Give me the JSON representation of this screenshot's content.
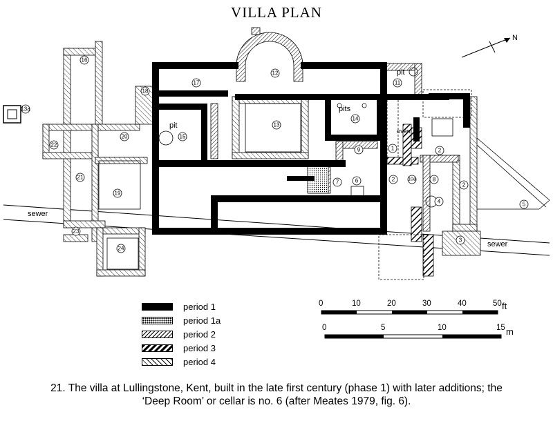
{
  "title": "VILLA PLAN",
  "north_label": "N",
  "labels": {
    "sewer_left": "sewer",
    "sewer_right": "sewer",
    "pit_left": "pit",
    "pit_right": "pit",
    "pits": "pits",
    "oven": "oven"
  },
  "rooms": [
    "1",
    "2",
    "2",
    "2",
    "3",
    "4",
    "5",
    "6",
    "7",
    "8",
    "9",
    "10a",
    "11",
    "12",
    "13",
    "14",
    "15",
    "16",
    "17",
    "18",
    "19",
    "20",
    "21",
    "22",
    "23",
    "24",
    "13a"
  ],
  "legend": [
    {
      "label": "period  1",
      "pattern": "solid"
    },
    {
      "label": "period  1a",
      "pattern": "dotted"
    },
    {
      "label": "period  2",
      "pattern": "fine-hatch"
    },
    {
      "label": "period  3",
      "pattern": "bold-hatch"
    },
    {
      "label": "period  4",
      "pattern": "open-hatch"
    }
  ],
  "scale_ft": {
    "ticks": [
      "0",
      "10",
      "20",
      "30",
      "40",
      "50"
    ],
    "unit": "ft"
  },
  "scale_m": {
    "ticks": [
      "0",
      "5",
      "10",
      "15"
    ],
    "unit": "m"
  },
  "caption": {
    "line1": "21. The villa at Lullingstone, Kent, built in the late first century (phase 1) with later additions; the",
    "line2": "‘Deep Room’ or cellar is no. 6 (after Meates 1979, fig. 6)."
  }
}
